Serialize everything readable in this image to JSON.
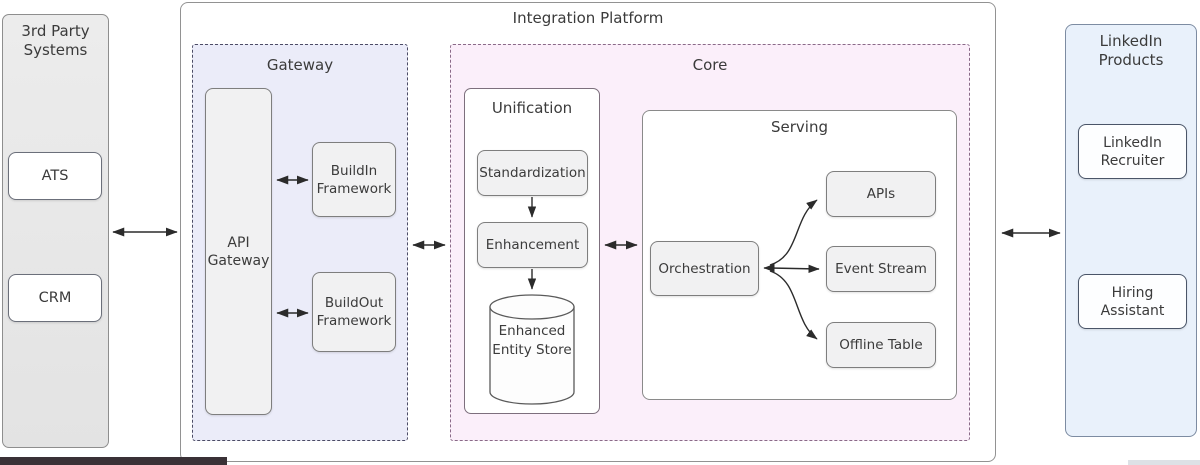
{
  "diagram": {
    "third_party": {
      "title": "3rd Party Systems",
      "items": [
        "ATS",
        "CRM"
      ]
    },
    "platform": {
      "title": "Integration Platform",
      "gateway": {
        "title": "Gateway",
        "api_gateway": "API Gateway",
        "buildin": "BuildIn Framework",
        "buildout": "BuildOut Framework"
      },
      "core": {
        "title": "Core",
        "unification": {
          "title": "Unification",
          "steps": [
            "Standardization",
            "Enhancement"
          ],
          "store": "Enhanced Entity Store"
        },
        "serving": {
          "title": "Serving",
          "orchestration": "Orchestration",
          "outputs": [
            "APIs",
            "Event Stream",
            "Offline Table"
          ]
        }
      }
    },
    "linkedin": {
      "title": "LinkedIn Products",
      "items": [
        "LinkedIn Recruiter",
        "Hiring Assistant"
      ]
    },
    "colors": {
      "gateway_bg": "#ebecf9",
      "core_bg": "#fbeffa",
      "linkedin_bg": "#e9f1fb",
      "third_party_bg": "#e7e7e7",
      "node_bg": "#f1f1f2",
      "arrow": "#2b2b2b"
    }
  }
}
